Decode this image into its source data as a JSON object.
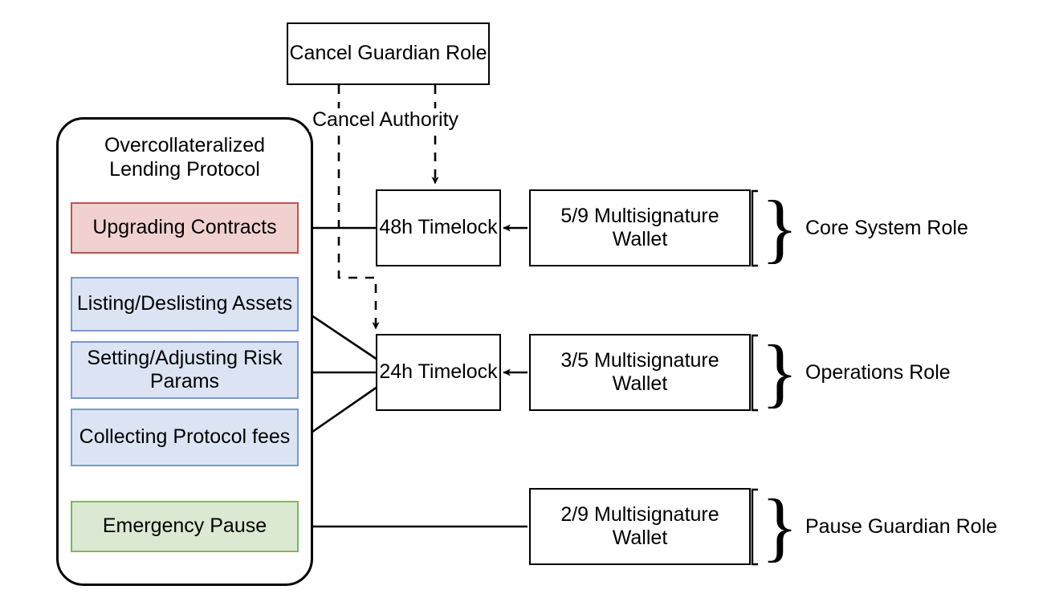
{
  "diagram": {
    "title_text": "Overcollateralized Lending Protocol",
    "nodes": {
      "cancel_guardian": "Cancel Guardian Role",
      "protocol_title_line1": "Overcollateralized",
      "protocol_title_line2": "Lending Protocol",
      "upgrading_contracts": "Upgrading Contracts",
      "listing_delisting": "Listing/Deslisting Assets",
      "setting_risk": "Setting/Adjusting Risk Params",
      "collecting_fees": "Collecting Protocol fees",
      "emergency_pause": "Emergency Pause",
      "timelock_48h": "48h Timelock",
      "timelock_24h": "24h Timelock",
      "multisig_59": "5/9 Multisignature Wallet",
      "multisig_35": "3/5 Multisignature Wallet",
      "multisig_29": "2/9 Multisignature Wallet"
    },
    "edge_labels": {
      "cancel_authority": "Cancel Authority"
    },
    "role_groups": [
      {
        "brace": "}",
        "label": "Core System Role"
      },
      {
        "brace": "}",
        "label": "Operations Role"
      },
      {
        "brace": "}",
        "label": "Pause Guardian Role"
      }
    ],
    "colors": {
      "stroke": "#000000",
      "background": "#ffffff",
      "upgrade_fill": "#f1d1d0",
      "upgrade_border": "#b85450",
      "operations_fill": "#dce4f4",
      "operations_border": "#7b97cf",
      "pause_fill": "#dbe8d2",
      "pause_border": "#82b366"
    }
  }
}
